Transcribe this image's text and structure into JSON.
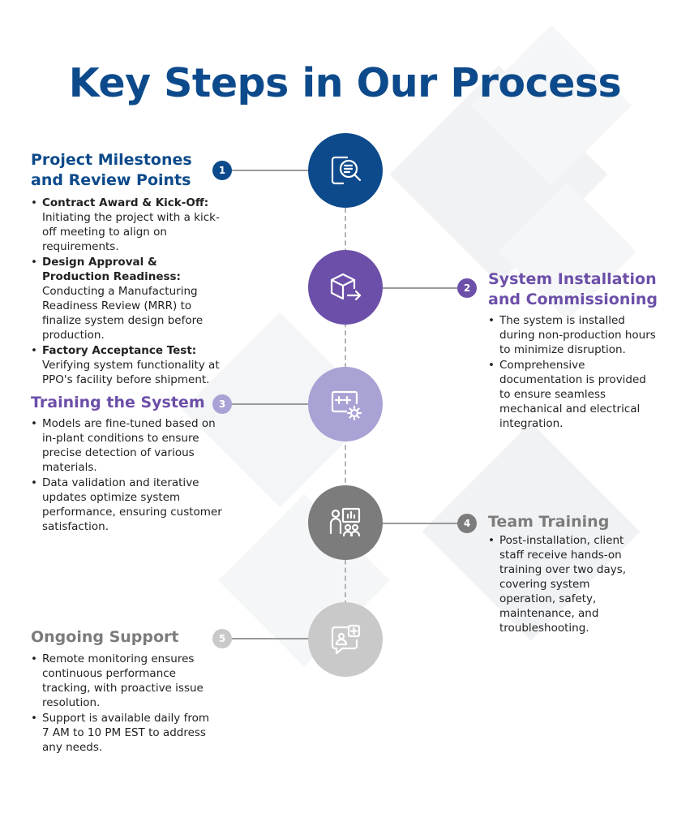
{
  "title": "Key Steps in Our Process",
  "colors": {
    "navy": "#0d4a8b",
    "purple": "#6c4fa8",
    "lavender": "#a9a2d4",
    "gray": "#7c7c7c",
    "light_gray": "#c9c9c9"
  },
  "steps": [
    {
      "number": "1",
      "heading_line1": "Project Milestones",
      "heading_line2": "and Review Points",
      "icon": "document-search-icon",
      "bullets": [
        {
          "bold": "Contract Award & Kick-Off:",
          "text": " Initiating the project with a kick-off meeting to align on requirements."
        },
        {
          "bold": "Design Approval & Production Readiness:",
          "text": " Conducting a Manufacturing Readiness Review (MRR) to finalize system design before production."
        },
        {
          "bold": "Factory Acceptance Test:",
          "text": " Verifying system functionality at PPO's facility before shipment."
        }
      ]
    },
    {
      "number": "2",
      "heading_line1": "System Installation",
      "heading_line2": "and Commissioning",
      "icon": "box-arrow-icon",
      "bullets": [
        {
          "text": "The system is installed during non-production hours to minimize disruption."
        },
        {
          "text": "Comprehensive documentation is provided to ensure seamless mechanical and electrical integration."
        }
      ]
    },
    {
      "number": "3",
      "heading_line1": "Training the System",
      "icon": "screen-gear-icon",
      "bullets": [
        {
          "text": "Models are fine-tuned based on in-plant conditions to ensure precise detection of various materials."
        },
        {
          "text": "Data validation and iterative updates optimize system performance, ensuring customer satisfaction."
        }
      ]
    },
    {
      "number": "4",
      "heading_line1": "Team Training",
      "icon": "presentation-people-icon",
      "bullets": [
        {
          "text": "Post-installation, client staff receive hands-on training over two days, covering system operation, safety, maintenance, and troubleshooting."
        }
      ]
    },
    {
      "number": "5",
      "heading_line1": "Ongoing Support",
      "icon": "support-chat-icon",
      "bullets": [
        {
          "text": "Remote monitoring ensures continuous performance tracking, with proactive issue resolution."
        },
        {
          "text": "Support is available daily from 7 AM to 10 PM EST to address any needs."
        }
      ]
    }
  ]
}
